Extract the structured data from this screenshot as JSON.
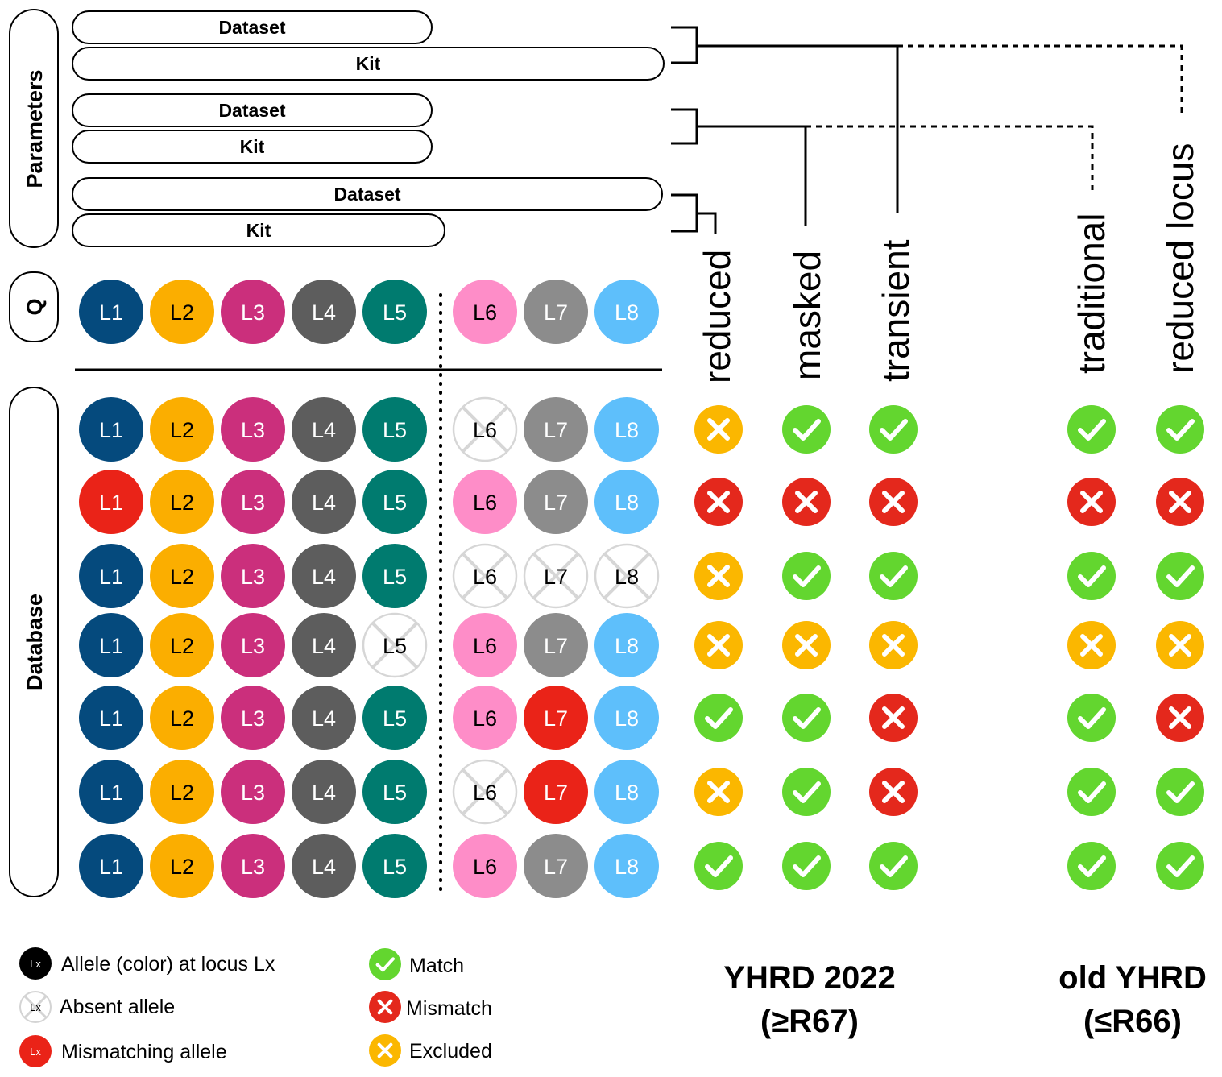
{
  "colors": {
    "L1": "#054a7d",
    "L2": "#fbae00",
    "L3": "#cb2f7c",
    "L4": "#5d5d5d",
    "L5": "#007b6f",
    "L6": "#fe8dc8",
    "L7": "#8c8c8c",
    "L8": "#5ebffb",
    "mismatch": "#ea2318",
    "match_status": "#63d62f",
    "mismatch_status": "#e4281c",
    "excluded_status": "#fbb700"
  },
  "parameters": {
    "side_label": "Parameters",
    "pills": [
      "Dataset",
      "Kit",
      "Dataset",
      "Kit",
      "Dataset",
      "Kit"
    ]
  },
  "query": {
    "side_label": "Q",
    "loci": [
      "L1",
      "L2",
      "L3",
      "L4",
      "L5",
      "L6",
      "L7",
      "L8"
    ]
  },
  "database": {
    "side_label": "Database",
    "rows": [
      {
        "states": [
          "n",
          "n",
          "n",
          "n",
          "n",
          "a",
          "n",
          "n"
        ],
        "status": [
          "excluded",
          "match",
          "match",
          "match",
          "match"
        ]
      },
      {
        "states": [
          "m",
          "n",
          "n",
          "n",
          "n",
          "n",
          "n",
          "n"
        ],
        "status": [
          "mismatch",
          "mismatch",
          "mismatch",
          "mismatch",
          "mismatch"
        ]
      },
      {
        "states": [
          "n",
          "n",
          "n",
          "n",
          "n",
          "a",
          "a",
          "a"
        ],
        "status": [
          "excluded",
          "match",
          "match",
          "match",
          "match"
        ]
      },
      {
        "states": [
          "n",
          "n",
          "n",
          "n",
          "a",
          "n",
          "n",
          "n"
        ],
        "status": [
          "excluded",
          "excluded",
          "excluded",
          "excluded",
          "excluded"
        ]
      },
      {
        "states": [
          "n",
          "n",
          "n",
          "n",
          "n",
          "n",
          "m",
          "n"
        ],
        "status": [
          "match",
          "match",
          "mismatch",
          "match",
          "mismatch"
        ]
      },
      {
        "states": [
          "n",
          "n",
          "n",
          "n",
          "n",
          "a",
          "m",
          "n"
        ],
        "status": [
          "excluded",
          "match",
          "mismatch",
          "match",
          "match"
        ]
      },
      {
        "states": [
          "n",
          "n",
          "n",
          "n",
          "n",
          "n",
          "n",
          "n"
        ],
        "status": [
          "match",
          "match",
          "match",
          "match",
          "match"
        ]
      }
    ]
  },
  "methods": [
    "reduced",
    "masked",
    "transient",
    "traditional",
    "reduced locus"
  ],
  "groups": {
    "new_title": "YHRD 2022",
    "new_sub": "(≥R67)",
    "old_title": "old YHRD",
    "old_sub": "(≤R66)"
  },
  "legend": {
    "allele_icon": "Lx",
    "allele": "Allele (color) at locus Lx",
    "absent": "Absent allele",
    "mismatching": "Mismatching allele",
    "match": "Match",
    "mismatch": "Mismatch",
    "excluded": "Excluded"
  }
}
